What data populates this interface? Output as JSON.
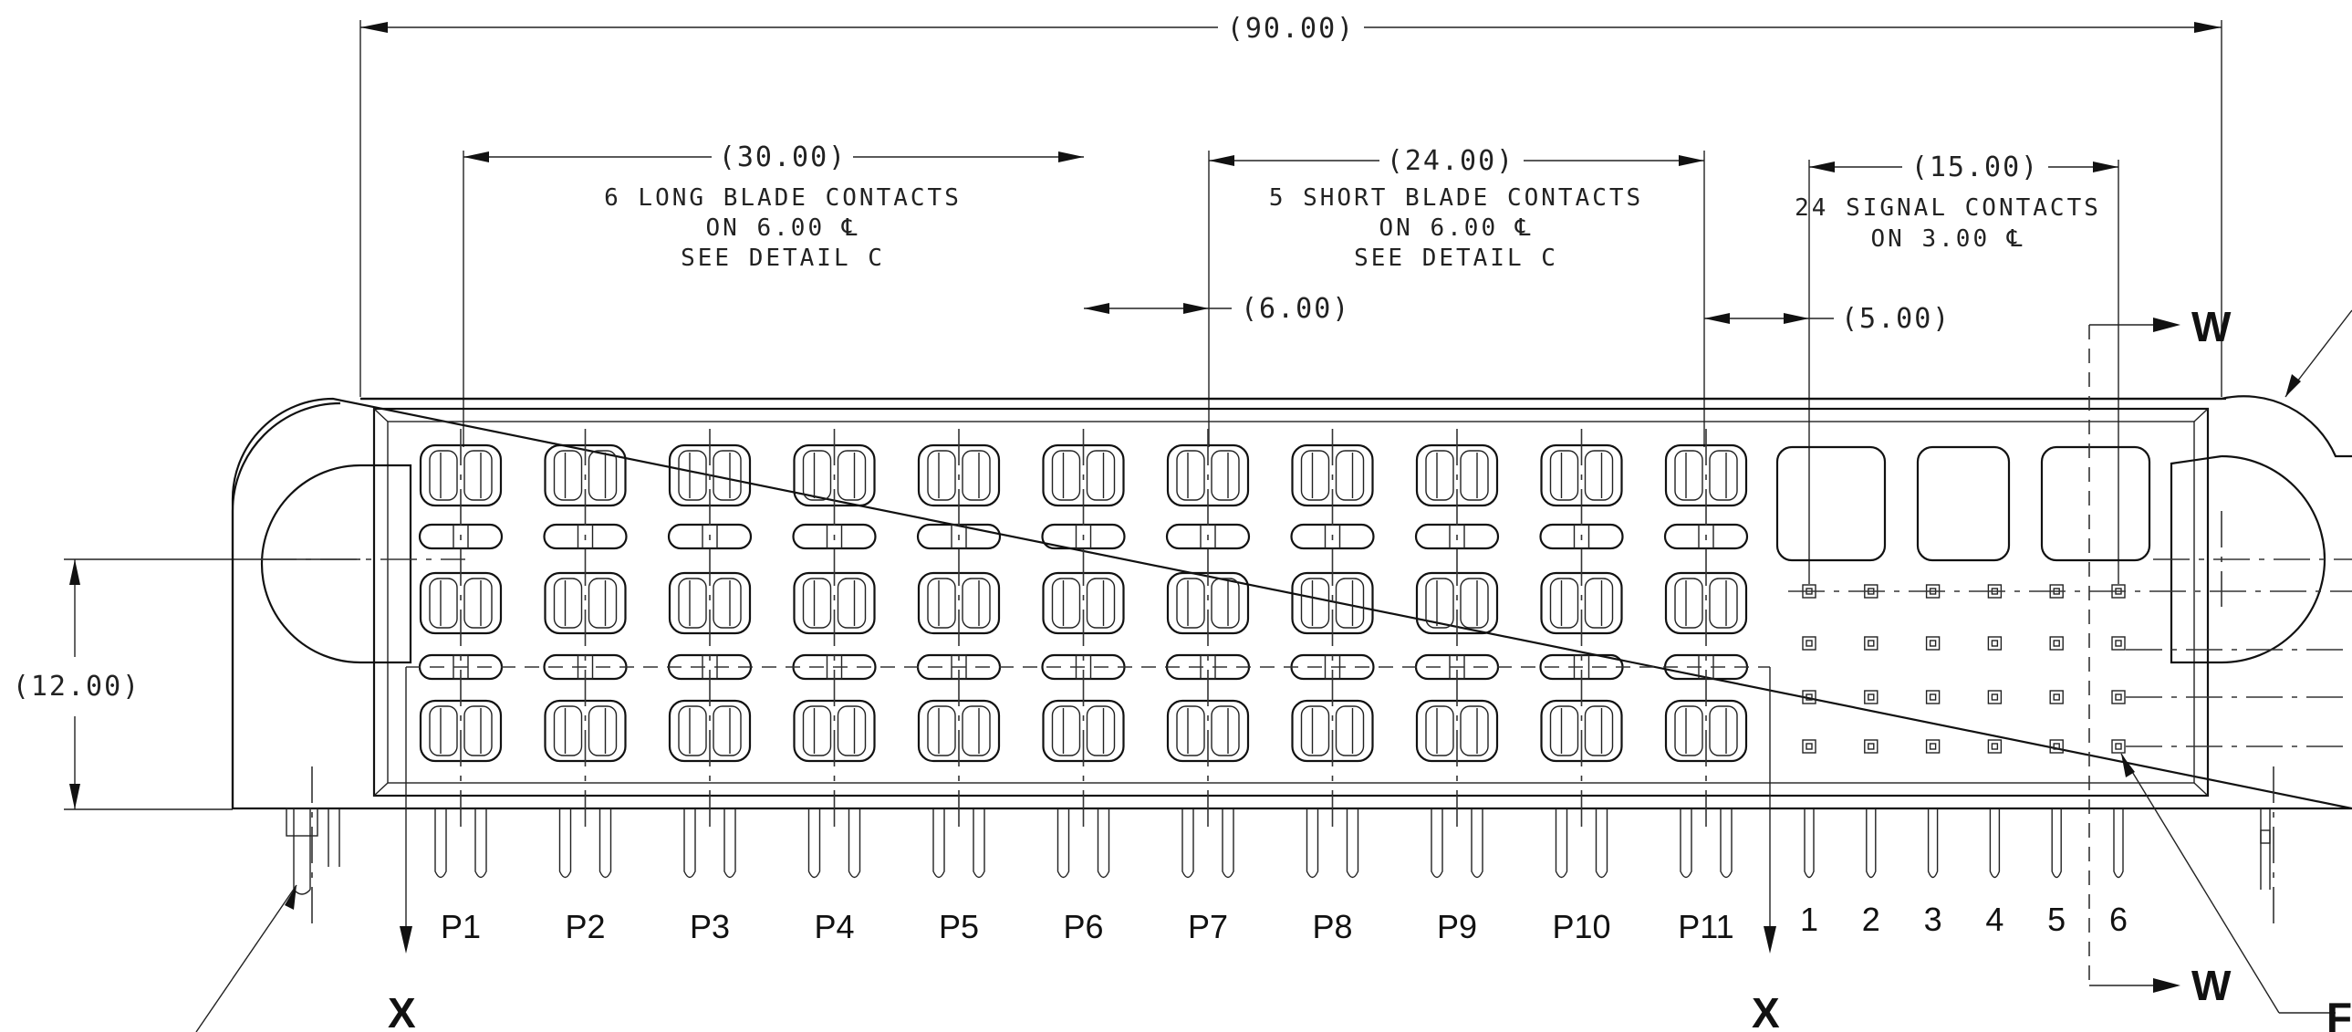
{
  "dimensions": {
    "overall": "(90.00)",
    "long_group": "(30.00)",
    "short_group": "(24.00)",
    "signal_group": "(15.00)",
    "gap_6": "(6.00)",
    "gap_5": "(5.00)",
    "height": "(12.00)"
  },
  "notes": {
    "long": [
      "6 LONG BLADE CONTACTS",
      "ON 6.00 ℄",
      "SEE DETAIL C"
    ],
    "short": [
      "5 SHORT BLADE CONTACTS",
      "ON 6.00 ℄",
      "SEE DETAIL C"
    ],
    "signal": [
      "24 SIGNAL CONTACTS",
      "ON 3.00 ℄"
    ]
  },
  "power_positions": [
    "P1",
    "P2",
    "P3",
    "P4",
    "P5",
    "P6",
    "P7",
    "P8",
    "P9",
    "P10",
    "P11"
  ],
  "signal_columns": [
    "1",
    "2",
    "3",
    "4",
    "5",
    "6"
  ],
  "section_labels": {
    "x_left": "X",
    "x_right": "X",
    "w_top": "W",
    "w_bottom": "W",
    "cut_off_label": "F"
  }
}
